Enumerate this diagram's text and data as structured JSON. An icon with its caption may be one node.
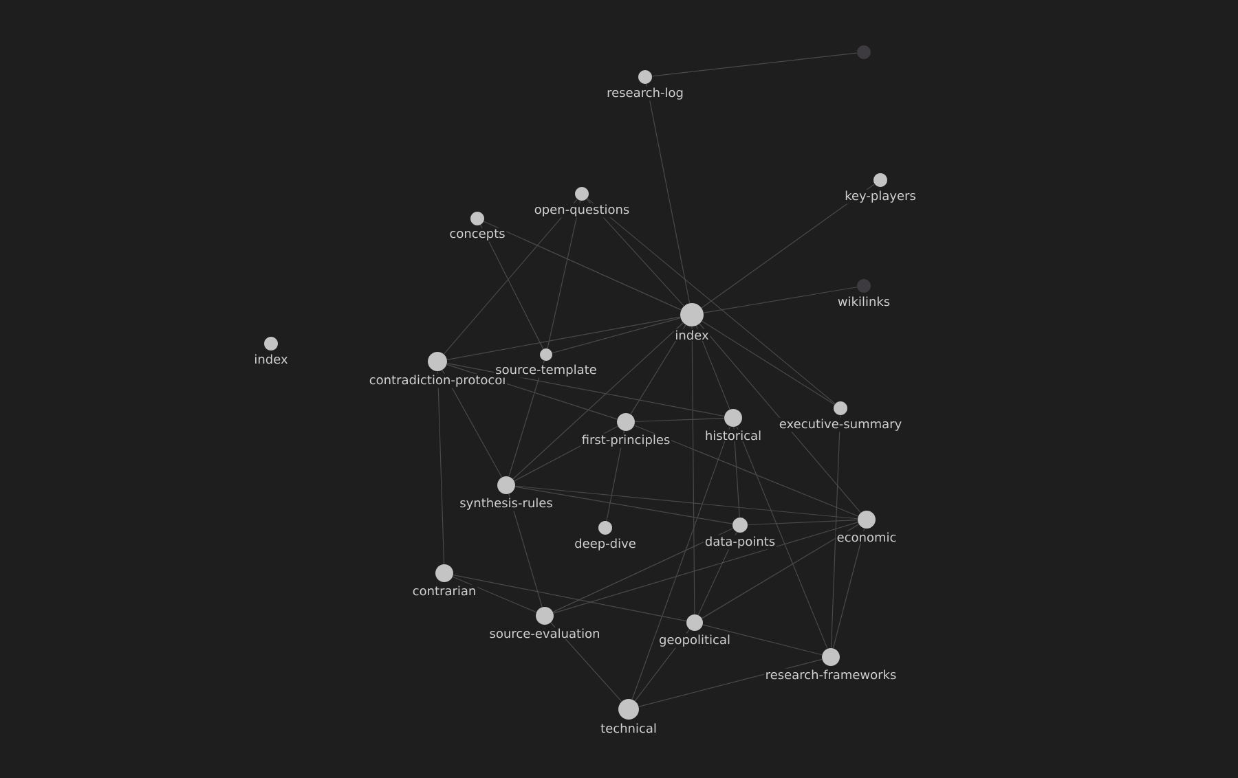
{
  "diagram": {
    "nodes": [
      {
        "text": [
          "research-log"
        ]
      },
      {
        "text": [],
        "shape": "circle"
      },
      {
        "text": [
          "key-players"
        ]
      },
      {
        "text": [
          "open-questions"
        ]
      },
      {
        "text": [
          "concepts"
        ]
      },
      {
        "text": [
          "wikilinks"
        ]
      },
      {
        "text": [
          "index"
        ]
      },
      {
        "text": [
          "index"
        ]
      },
      {
        "text": [
          "contradiction-protocol"
        ]
      },
      {
        "text": [
          "source-template"
        ]
      },
      {
        "text": [
          "first-principles"
        ]
      },
      {
        "text": [
          "historical"
        ]
      },
      {
        "text": [
          "executive-summary"
        ]
      },
      {
        "text": [
          "synthesis-rules"
        ]
      },
      {
        "text": [
          "deep-dive"
        ]
      },
      {
        "text": [
          "data-points"
        ]
      },
      {
        "text": [
          "economic"
        ]
      },
      {
        "text": [
          "contrarian"
        ]
      },
      {
        "text": [
          "source-evaluation"
        ]
      },
      {
        "text": [
          "geopolitical"
        ]
      },
      {
        "text": [
          "research-frameworks"
        ]
      },
      {
        "text": [
          "technical"
        ]
      }
    ],
    "edges": [
      {
        "from": 0,
        "to": 1,
        "arrow": "none"
      },
      {
        "from": 0,
        "to": 6,
        "arrow": "none"
      },
      {
        "from": 2,
        "to": 6,
        "arrow": "none"
      },
      {
        "from": 6,
        "to": 5,
        "arrow": "none"
      },
      {
        "from": 4,
        "to": 6,
        "arrow": "none"
      },
      {
        "from": 4,
        "to": 9,
        "arrow": "none"
      },
      {
        "from": 3,
        "to": 8,
        "arrow": "none"
      },
      {
        "from": 3,
        "to": 9,
        "arrow": "none"
      },
      {
        "from": 3,
        "to": 6,
        "arrow": "none"
      },
      {
        "from": 3,
        "to": 12,
        "arrow": "none"
      },
      {
        "from": 8,
        "to": 6,
        "arrow": "none"
      },
      {
        "from": 9,
        "to": 6,
        "arrow": "none"
      },
      {
        "from": 8,
        "to": 10,
        "arrow": "none"
      },
      {
        "from": 8,
        "to": 11,
        "arrow": "none"
      },
      {
        "from": 8,
        "to": 13,
        "arrow": "none"
      },
      {
        "from": 8,
        "to": 17,
        "arrow": "none"
      },
      {
        "from": 9,
        "to": 13,
        "arrow": "none"
      },
      {
        "from": 6,
        "to": 10,
        "arrow": "none"
      },
      {
        "from": 6,
        "to": 11,
        "arrow": "none"
      },
      {
        "from": 6,
        "to": 12,
        "arrow": "none"
      },
      {
        "from": 6,
        "to": 13,
        "arrow": "none"
      },
      {
        "from": 6,
        "to": 16,
        "arrow": "none"
      },
      {
        "from": 6,
        "to": 19,
        "arrow": "none"
      },
      {
        "from": 10,
        "to": 11,
        "arrow": "none"
      },
      {
        "from": 10,
        "to": 13,
        "arrow": "none"
      },
      {
        "from": 10,
        "to": 14,
        "arrow": "none"
      },
      {
        "from": 10,
        "to": 16,
        "arrow": "none"
      },
      {
        "from": 11,
        "to": 15,
        "arrow": "none"
      },
      {
        "from": 11,
        "to": 20,
        "arrow": "none"
      },
      {
        "from": 11,
        "to": 21,
        "arrow": "none"
      },
      {
        "from": 12,
        "to": 20,
        "arrow": "none"
      },
      {
        "from": 13,
        "to": 16,
        "arrow": "none"
      },
      {
        "from": 13,
        "to": 15,
        "arrow": "none"
      },
      {
        "from": 13,
        "to": 18,
        "arrow": "none"
      },
      {
        "from": 15,
        "to": 18,
        "arrow": "none"
      },
      {
        "from": 15,
        "to": 16,
        "arrow": "none"
      },
      {
        "from": 15,
        "to": 19,
        "arrow": "none"
      },
      {
        "from": 16,
        "to": 18,
        "arrow": "none"
      },
      {
        "from": 16,
        "to": 19,
        "arrow": "none"
      },
      {
        "from": 16,
        "to": 20,
        "arrow": "none"
      },
      {
        "from": 17,
        "to": 19,
        "arrow": "none"
      },
      {
        "from": 17,
        "to": 18,
        "arrow": "none"
      },
      {
        "from": 18,
        "to": 21,
        "arrow": "none"
      },
      {
        "from": 19,
        "to": 21,
        "arrow": "none"
      },
      {
        "from": 19,
        "to": 20,
        "arrow": "none"
      },
      {
        "from": 20,
        "to": 21,
        "arrow": "none"
      }
    ]
  }
}
